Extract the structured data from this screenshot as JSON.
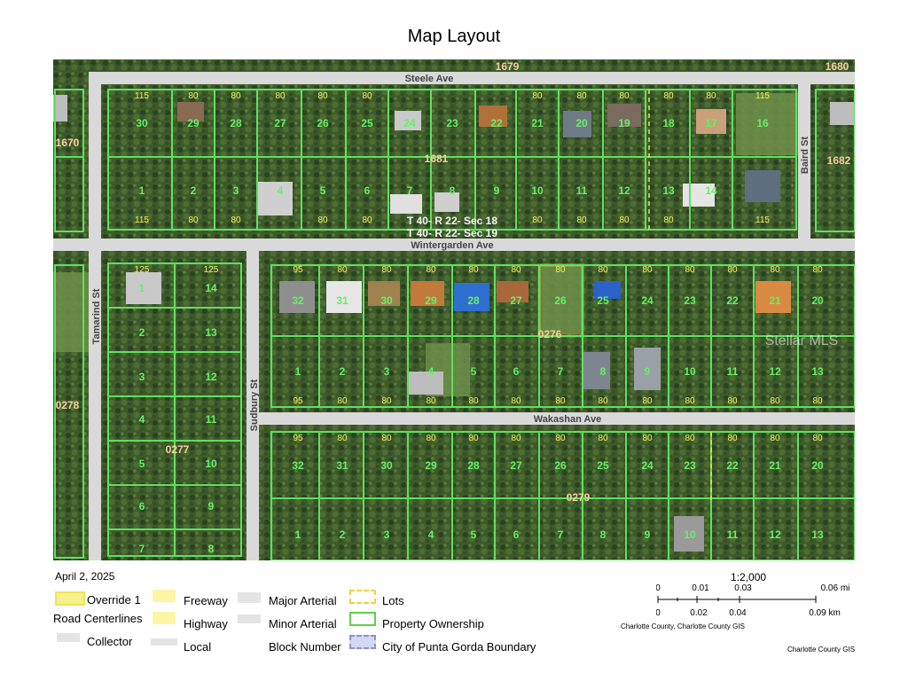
{
  "title": "Map Layout",
  "date": "April 2, 2025",
  "map": {
    "streets": {
      "steele": "Steele Ave",
      "wintergarden": "Wintergarden Ave",
      "wakashan": "Wakashan Ave",
      "tamarind": "Tamarind St",
      "sudbury": "Sudbury St",
      "baird": "Baird St"
    },
    "section_top": "T 40- R 22- Sec 18",
    "section_bottom": "T 40- R 22- Sec 19",
    "blocks": [
      "1679",
      "1680",
      "1670",
      "1681",
      "1682",
      "0276",
      "0278",
      "0277",
      "0279"
    ],
    "watermark": "Stellar MLS",
    "colors": {
      "parcel": "#5fe05f",
      "dim": "#f3f25a",
      "block": "#f5cfa0",
      "highlight": "#f5e23c",
      "road": "#d9d9d9"
    }
  },
  "legend": {
    "override": "Override 1",
    "road_centerlines": "Road Centerlines",
    "collector": "Collector",
    "freeway": "Freeway",
    "highway": "Highway",
    "local": "Local",
    "major_arterial": "Major Arterial",
    "minor_arterial": "Minor Arterial",
    "block_number": "Block Number",
    "lots": "Lots",
    "property_ownership": "Property Ownership",
    "city_boundary": "City of Punta Gorda Boundary"
  },
  "scale": {
    "ratio": "1:2,000",
    "mi_ticks": [
      "0",
      "0.01",
      "0.03",
      "0.06 mi"
    ],
    "km_ticks": [
      "0",
      "0.02",
      "0.04",
      "0.09 km"
    ],
    "credit": "Charlotte County, Charlotte County GIS",
    "credit_right": "Charlotte County GIS"
  }
}
